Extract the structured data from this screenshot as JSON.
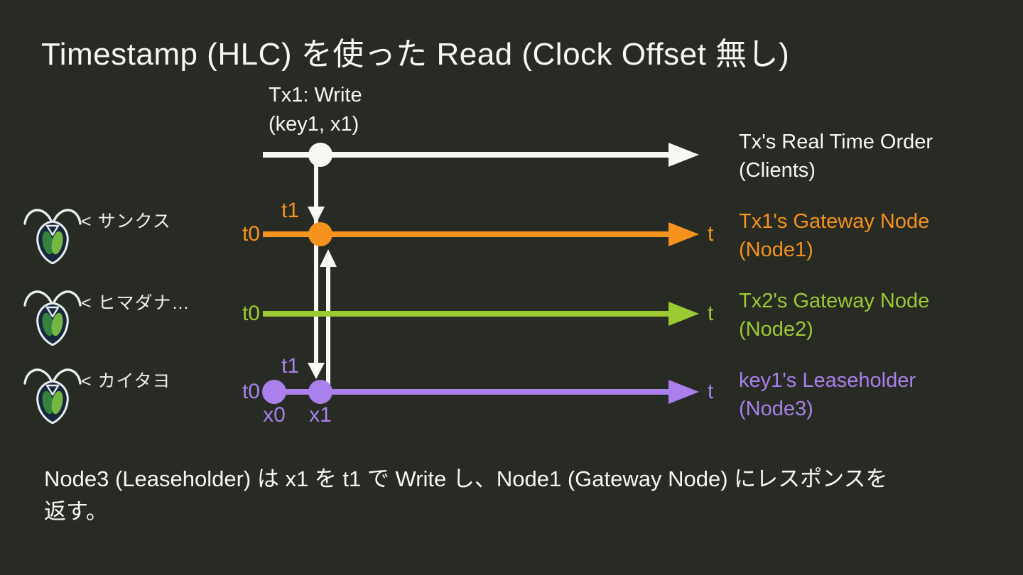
{
  "slide": {
    "title": "Timestamp (HLC) を使った Read (Clock Offset 無し)",
    "footer": {
      "line1": "Node3 (Leaseholder) は x1 を t1 で Write し、Node1 (Gateway Node) にレスポンスを",
      "line2": "返す。"
    }
  },
  "annotation": {
    "line1": "Tx1: Write",
    "line2": "(key1, x1)"
  },
  "fireflies": [
    {
      "icon": "cockroach-firefly-icon",
      "speech": "< サンクス"
    },
    {
      "icon": "cockroach-firefly-icon",
      "speech": "< ヒマダナ…"
    },
    {
      "icon": "cockroach-firefly-icon",
      "speech": "< カイタヨ"
    }
  ],
  "timelines": [
    {
      "legend1": "Tx's Real Time Order",
      "legend2": "(Clients)",
      "color": "#f7f7f4"
    },
    {
      "legend1": "Tx1's Gateway Node",
      "legend2": "(Node1)",
      "color": "#f6921e",
      "t0": "t0",
      "t1": "t1",
      "t_end": "t"
    },
    {
      "legend1": "Tx2's Gateway Node",
      "legend2": "(Node2)",
      "color": "#9bca33",
      "t0": "t0",
      "t_end": "t"
    },
    {
      "legend1": "key1's Leaseholder",
      "legend2": "(Node3)",
      "color": "#a980ec",
      "t0": "t0",
      "t1": "t1",
      "t_end": "t",
      "x0": "x0",
      "x1": "x1"
    }
  ],
  "colors": {
    "background": "#272b23",
    "white_series": "#f7f7f4",
    "orange_series": "#f6921e",
    "green_series": "#9bca33",
    "purple_series": "#a980ec",
    "firefly_body": "#17263c",
    "firefly_outline": "#e8edf0",
    "firefly_wing_left": "#35823f",
    "firefly_wing_right": "#72b843"
  }
}
